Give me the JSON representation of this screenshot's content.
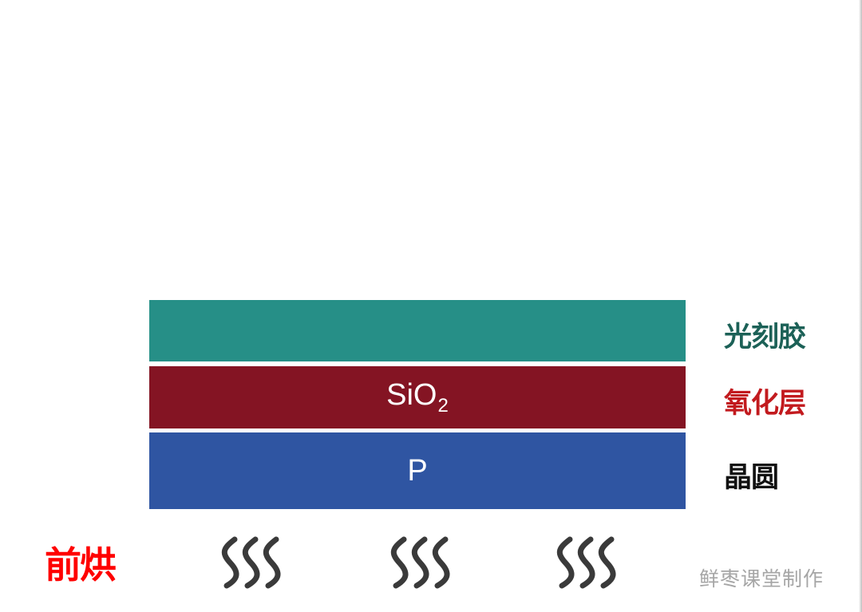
{
  "layers": {
    "photoresist": {
      "text": "",
      "label": "光刻胶",
      "fill": "#268f87",
      "label_color": "#1c6157"
    },
    "oxide": {
      "text_main": "SiO",
      "text_sub": "2",
      "label": "氧化层",
      "fill": "#841423",
      "label_color": "#c21a1e"
    },
    "wafer": {
      "text": "P",
      "label": "晶圆",
      "fill": "#2f55a2",
      "label_color": "#111111"
    }
  },
  "process": {
    "title": "前烘",
    "title_color": "#ff0000",
    "heat_icon": "heat-wave-icon",
    "heat_icon_count": 3,
    "heat_color": "#3a3a3a"
  },
  "footer": {
    "credit": "鲜枣课堂制作"
  }
}
